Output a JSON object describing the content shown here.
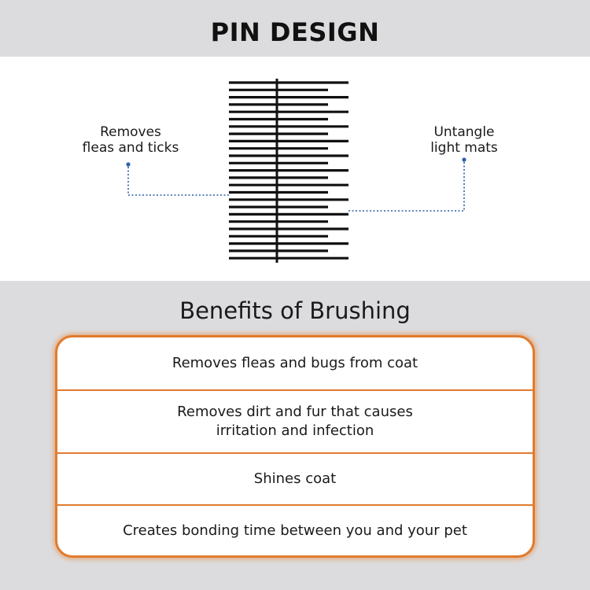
{
  "title": "PIN DESIGN",
  "callouts": {
    "left": {
      "line1": "Removes",
      "line2": "fleas and ticks"
    },
    "right": {
      "line1": "Untangle",
      "line2": "light mats"
    }
  },
  "benefits": {
    "heading": "Benefits of Brushing",
    "items": [
      {
        "line1": "Removes fleas and bugs from coat",
        "line2": ""
      },
      {
        "line1": "Removes dirt and fur that causes",
        "line2": "irritation and infection"
      },
      {
        "line1": "Shines coat",
        "line2": ""
      },
      {
        "line1": "Creates bonding time between you and your pet",
        "line2": ""
      }
    ]
  },
  "colors": {
    "band": "#dcdcde",
    "accent": "#e07b2e",
    "dot": "#2b5fa8",
    "ink": "#111111"
  }
}
